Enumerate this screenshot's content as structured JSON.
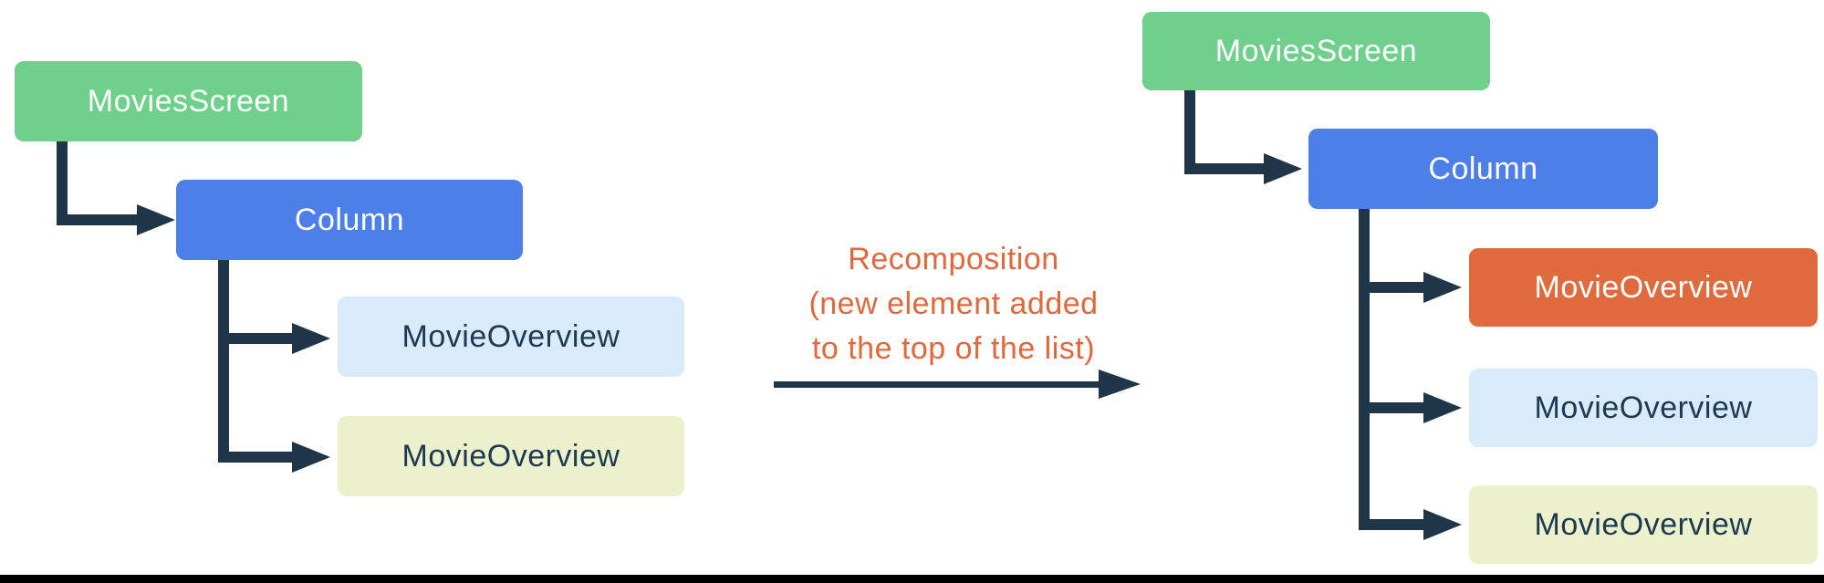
{
  "left_tree": {
    "root": {
      "label": "MoviesScreen"
    },
    "column": {
      "label": "Column"
    },
    "leaves": [
      {
        "label": "MovieOverview",
        "variant": "light-blue"
      },
      {
        "label": "MovieOverview",
        "variant": "light-yellow"
      }
    ]
  },
  "right_tree": {
    "root": {
      "label": "MoviesScreen"
    },
    "column": {
      "label": "Column"
    },
    "leaves": [
      {
        "label": "MovieOverview",
        "variant": "orange"
      },
      {
        "label": "MovieOverview",
        "variant": "light-blue"
      },
      {
        "label": "MovieOverview",
        "variant": "light-yellow"
      }
    ]
  },
  "transition": {
    "label_lines": [
      "Recomposition",
      "(new element added",
      "to the top of the list)"
    ]
  },
  "colors": {
    "node_green": "#6FD08C",
    "node_blue": "#4D7FE8",
    "node_orange": "#DF6A3E",
    "node_light_blue": "#D9EAFB",
    "node_light_yellow": "#ECF1CC",
    "connector": "#1E3647",
    "dark_text": "#1C3A52",
    "white_text": "#FFFFFF",
    "transition_text": "#E2683C",
    "bottom_rule": "#000000"
  }
}
